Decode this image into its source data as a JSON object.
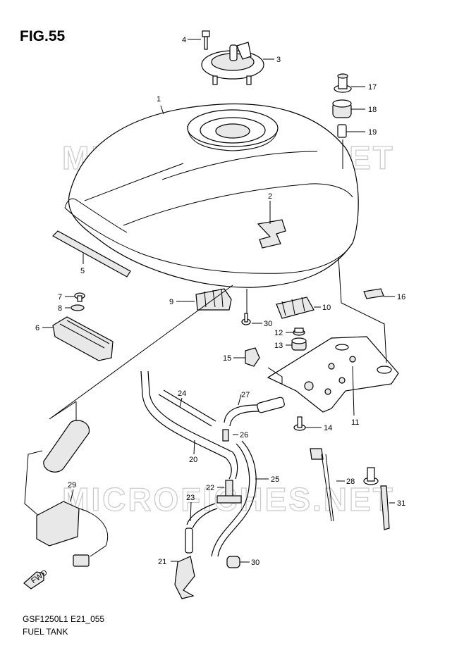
{
  "figure": {
    "title": "FIG.55",
    "code": "GSF1250L1 E21_055",
    "name": "FUEL TANK",
    "watermark": "MICROFICHES.NET",
    "fwd_label": "FWD"
  },
  "callouts": [
    {
      "id": "c1",
      "text": "1"
    },
    {
      "id": "c2",
      "text": "2"
    },
    {
      "id": "c3",
      "text": "3"
    },
    {
      "id": "c4",
      "text": "4"
    },
    {
      "id": "c5",
      "text": "5"
    },
    {
      "id": "c6",
      "text": "6"
    },
    {
      "id": "c7",
      "text": "7"
    },
    {
      "id": "c8",
      "text": "8"
    },
    {
      "id": "c9",
      "text": "9"
    },
    {
      "id": "c10",
      "text": "10"
    },
    {
      "id": "c11",
      "text": "11"
    },
    {
      "id": "c12",
      "text": "12"
    },
    {
      "id": "c13",
      "text": "13"
    },
    {
      "id": "c14",
      "text": "14"
    },
    {
      "id": "c15",
      "text": "15"
    },
    {
      "id": "c16",
      "text": "16"
    },
    {
      "id": "c17",
      "text": "17"
    },
    {
      "id": "c18",
      "text": "18"
    },
    {
      "id": "c19",
      "text": "19"
    },
    {
      "id": "c20",
      "text": "20"
    },
    {
      "id": "c21",
      "text": "21"
    },
    {
      "id": "c22",
      "text": "22"
    },
    {
      "id": "c23",
      "text": "23"
    },
    {
      "id": "c24",
      "text": "24"
    },
    {
      "id": "c25",
      "text": "25"
    },
    {
      "id": "c26",
      "text": "26"
    },
    {
      "id": "c27",
      "text": "27"
    },
    {
      "id": "c28",
      "text": "28"
    },
    {
      "id": "c29",
      "text": "29"
    },
    {
      "id": "c30a",
      "text": "30"
    },
    {
      "id": "c30b",
      "text": "30"
    },
    {
      "id": "c31",
      "text": "31"
    }
  ]
}
